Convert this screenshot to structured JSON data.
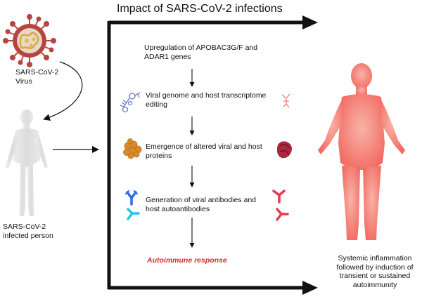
{
  "title": "Impact of SARS-CoV-2 infections",
  "virus": {
    "label_line1": "SARS-CoV-2",
    "label_line2": "Virus"
  },
  "infected_person": {
    "label_line1": "SARS-CoV-2",
    "label_line2": "infected person"
  },
  "steps": [
    {
      "line1": "Upregulation of APOBAC3G/F and",
      "line2": "ADAR1 genes"
    },
    {
      "line1": "Viral genome and host transcriptome",
      "line2": "editing"
    },
    {
      "line1": "Emergence of altered viral and host",
      "line2": "proteins"
    },
    {
      "line1": "Generation of viral antibodies and",
      "line2": "host autoantibodies"
    }
  ],
  "autoimmune": "Autoimmune response",
  "outcome": {
    "line1": "Systemic inflammation",
    "line2": "followed by induction of",
    "line3": "transient or sustained",
    "line4": "autoimmunity"
  },
  "colors": {
    "axis": "#111111",
    "virus": "#b5463f",
    "virus_core": "#e6b94a",
    "host_body": "#e0e0e0",
    "inflamed_body": "#f4776d",
    "viral_antibody": "#2a6de6",
    "host_antibody": "#e8384f",
    "viral_protein": "#d88a2a",
    "host_protein": "#a8283c",
    "autoimmune_text": "#d52a2a"
  }
}
